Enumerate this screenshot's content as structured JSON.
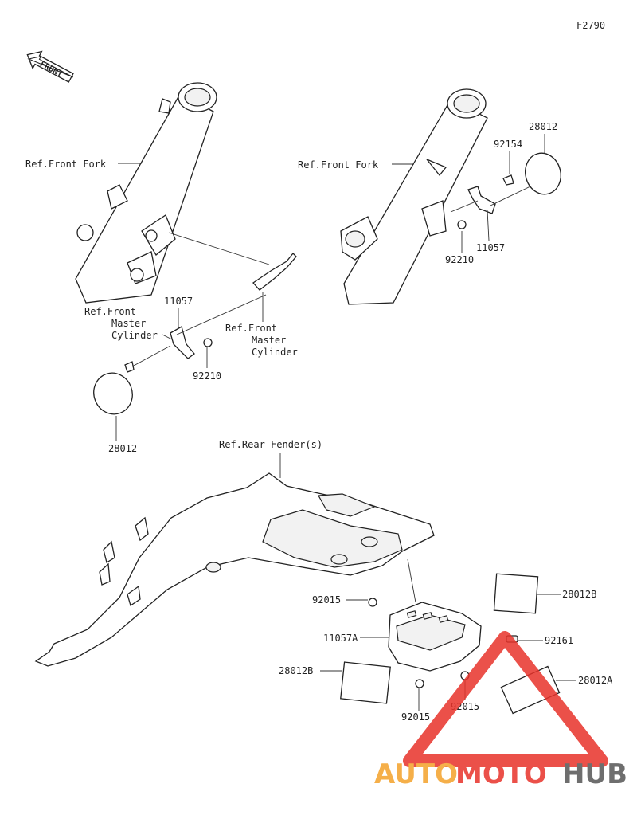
{
  "diagram_code": "F2790",
  "front_arrow": "FRONT",
  "labels": {
    "ref_front_fork_left": "Ref.Front Fork",
    "ref_front_fork_right": "Ref.Front Fork",
    "ref_master_cyl_left_1": "Ref.Front",
    "ref_master_cyl_left_2": "Master",
    "ref_master_cyl_left_3": "Cylinder",
    "ref_master_cyl_right_1": "Ref.Front",
    "ref_master_cyl_right_2": "Master",
    "ref_master_cyl_right_3": "Cylinder",
    "ref_rear_fender": "Ref.Rear Fender(s)"
  },
  "parts": {
    "p11057_left": "11057",
    "p92210_left": "92210",
    "p28012_left": "28012",
    "p28012_right": "28012",
    "p92154": "92154",
    "p92210_right": "92210",
    "p11057_right": "11057",
    "p92015_top": "92015",
    "p11057A": "11057A",
    "p28012B_right": "28012B",
    "p92161": "92161",
    "p28012B_left": "28012B",
    "p28012A": "28012A",
    "p92015_bottom_left": "92015",
    "p92015_bottom_right": "92015"
  },
  "watermark": {
    "part1": "AUTO",
    "part2": "MOTO",
    "part3": "HUB",
    "color_orange": "#f4a22a",
    "color_red": "#e8322a",
    "color_gray": "#555555"
  }
}
